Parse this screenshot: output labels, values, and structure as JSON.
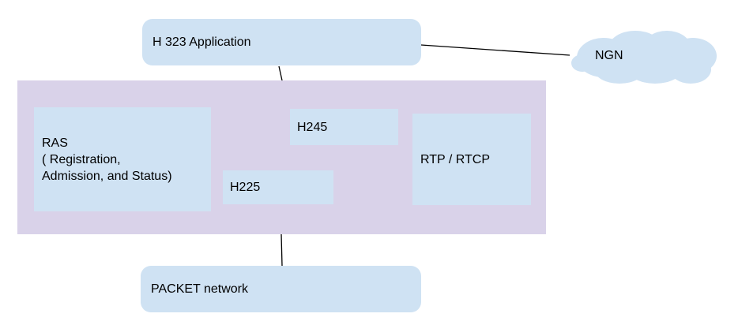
{
  "page": {
    "background": "#ffffff"
  },
  "colors": {
    "node_fill": "#cfe2f3",
    "container_fill": "#d9d2e9",
    "connector": "#000000",
    "text": "#000000"
  },
  "nodes": {
    "application": {
      "label": "H 323 Application"
    },
    "ngn_cloud": {
      "label": "NGN"
    },
    "ras": {
      "line1": "RAS",
      "line2": "( Registration,",
      "line3": "Admission, and Status)"
    },
    "h245": {
      "label": "H245"
    },
    "h225": {
      "label": "H225"
    },
    "rtp_rtcp": {
      "label": "RTP / RTCP"
    },
    "packet_network": {
      "label": "PACKET network"
    }
  }
}
